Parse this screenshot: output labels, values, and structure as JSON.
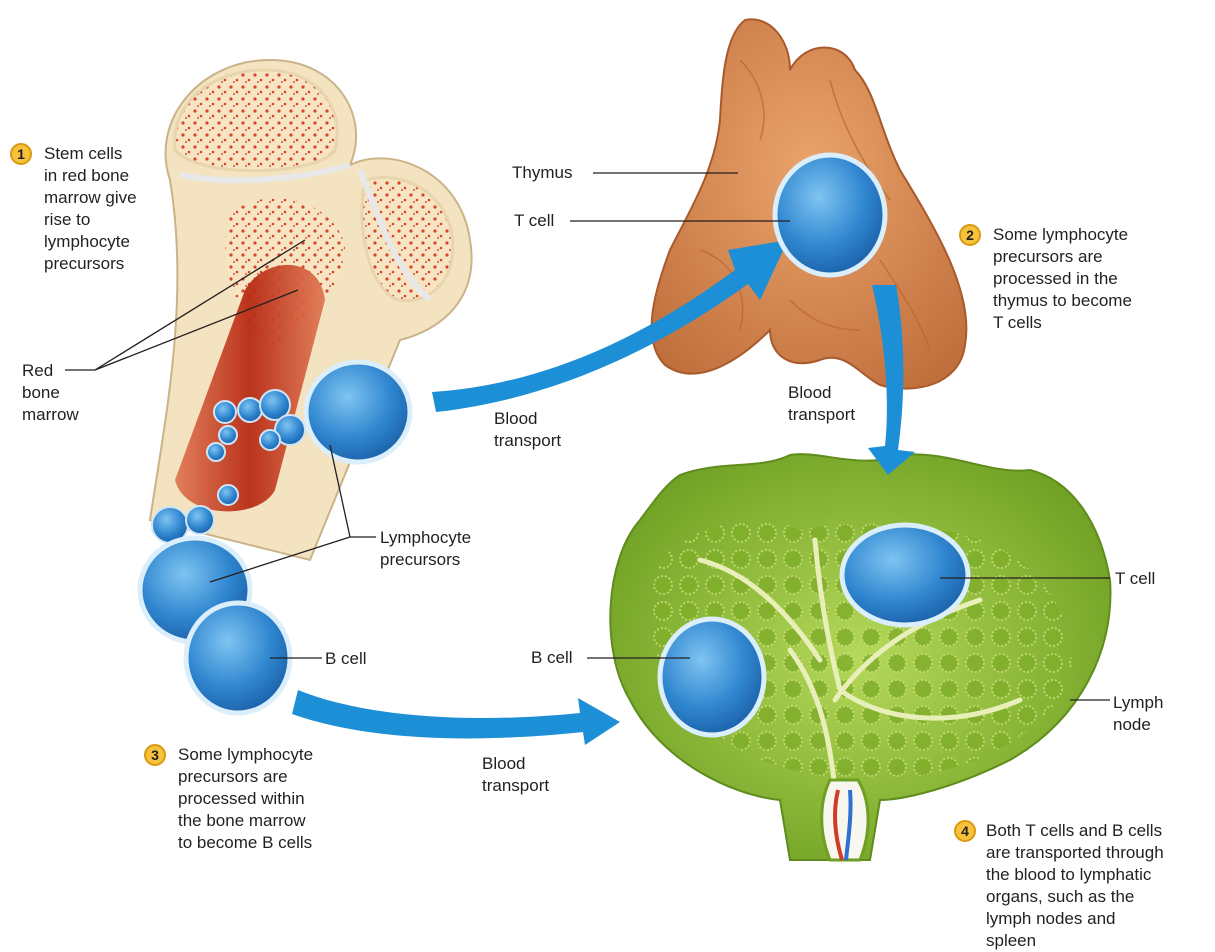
{
  "labels": {
    "thymus": "Thymus",
    "t_cell_thymus": "T cell",
    "red_bone_marrow": "Red\nbone\nmarrow",
    "lymphocyte_precursors": "Lymphocyte\nprecursors",
    "b_cell_bone": "B cell",
    "b_cell_node": "B cell",
    "t_cell_node": "T cell",
    "lymph_node": "Lymph\nnode",
    "blood_transport_1": "Blood\ntransport",
    "blood_transport_2": "Blood\ntransport",
    "blood_transport_3": "Blood\ntransport"
  },
  "steps": [
    {
      "number": "1",
      "text": "Stem cells\nin red bone\nmarrow give\nrise to\nlymphocyte\nprecursors"
    },
    {
      "number": "2",
      "text": "Some lymphocyte\nprecursors are\nprocessed in the\nthymus to become\nT cells"
    },
    {
      "number": "3",
      "text": "Some lymphocyte\nprecursors are\nprocessed within\nthe bone marrow\nto become B cells"
    },
    {
      "number": "4",
      "text": "Both T cells and B cells\nare transported through\nthe blood to lymphatic\norgans, such as the\nlymph nodes and\nspleen"
    }
  ],
  "colors": {
    "arrow": "#1d8fd6",
    "cell": "#2f86cf",
    "bone": "#f3e3c0",
    "marrow": "#c3371f",
    "thymus": "#d9874f",
    "lymph_node": "#8fc43a",
    "badge": "#f6c23c"
  }
}
